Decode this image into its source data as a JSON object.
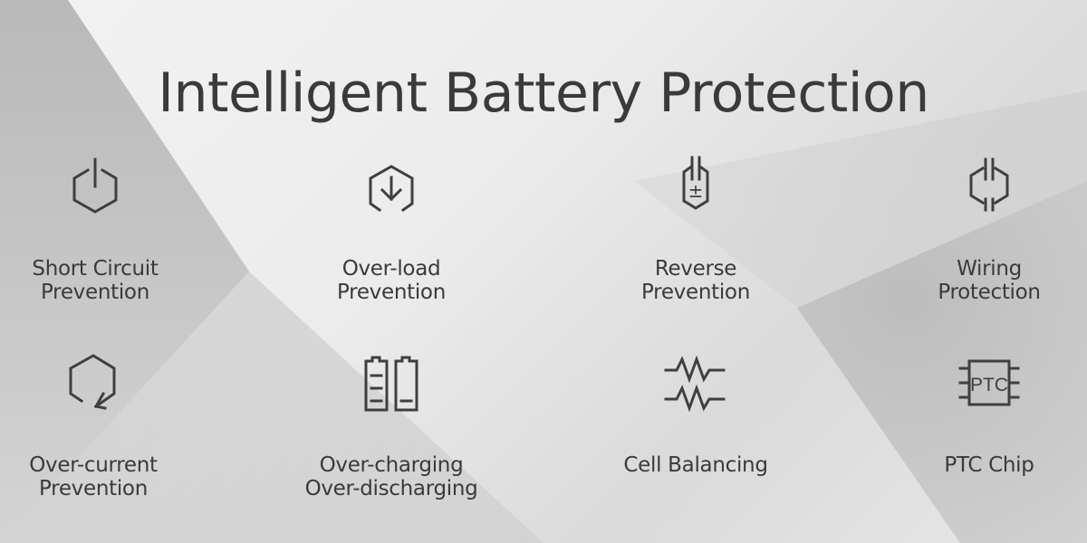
{
  "title": "Intelligent Battery Protection",
  "features": [
    {
      "icon": "hexagon-power-icon",
      "line1": "Short Circuit",
      "line2": "Prevention"
    },
    {
      "icon": "hexagon-down-arrow-icon",
      "line1": "Over-load",
      "line2": "Prevention"
    },
    {
      "icon": "hexagon-plus-minus-icon",
      "line1": "Reverse",
      "line2": "Prevention",
      "glyph": "±"
    },
    {
      "icon": "hexagon-split-wiring-icon",
      "line1": "Wiring",
      "line2": "Protection"
    },
    {
      "icon": "hexagon-refresh-icon",
      "line1": "Over-current",
      "line2": "Prevention"
    },
    {
      "icon": "dual-battery-icon",
      "line1": "Over-charging",
      "line2": "Over-discharging"
    },
    {
      "icon": "resistor-icon",
      "line1": "Cell Balancing",
      "line2": ""
    },
    {
      "icon": "ptc-chip-icon",
      "line1": "PTC Chip",
      "line2": "",
      "chip_text": "PTC"
    }
  ]
}
